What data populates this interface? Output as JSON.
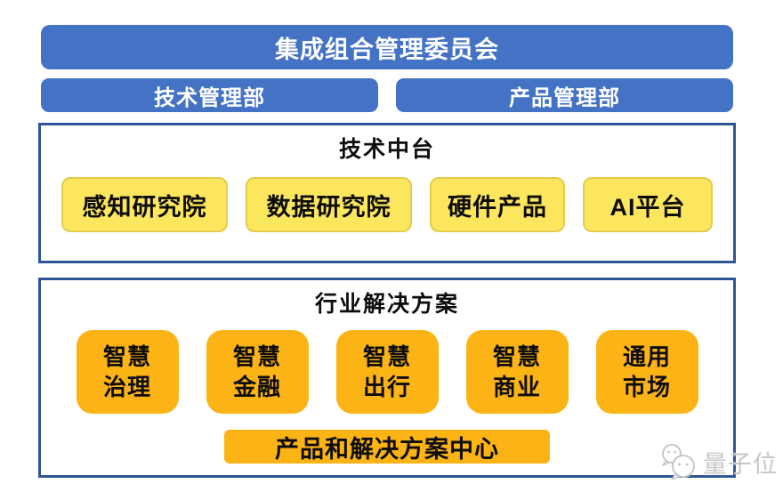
{
  "colors": {
    "bar_blue": "#4472C4",
    "section_border_blue": "#2F5597",
    "item_yellow": "#FBE65D",
    "item_yellow_border": "#E3CC4E",
    "item_orange": "#FCB315",
    "bar_text": "#FFFFFF",
    "text_dark": "#0D0D0D",
    "watermark_gray": "#C7C7C7"
  },
  "chart": {
    "committee": "集成组合管理委员会",
    "departments": [
      "技术管理部",
      "产品管理部"
    ],
    "sections": [
      {
        "title": "技术中台",
        "items": [
          "感知研究院",
          "数据研究院",
          "硬件产品",
          "AI平台"
        ]
      },
      {
        "title": "行业解决方案",
        "items": [
          [
            "智慧",
            "治理"
          ],
          [
            "智慧",
            "金融"
          ],
          [
            "智慧",
            "出行"
          ],
          [
            "智慧",
            "商业"
          ],
          [
            "通用",
            "市场"
          ]
        ],
        "footer": "产品和解决方案中心"
      }
    ]
  },
  "watermark": {
    "text": "量子位",
    "icon": "qbitai-chat-bubbles-icon"
  }
}
